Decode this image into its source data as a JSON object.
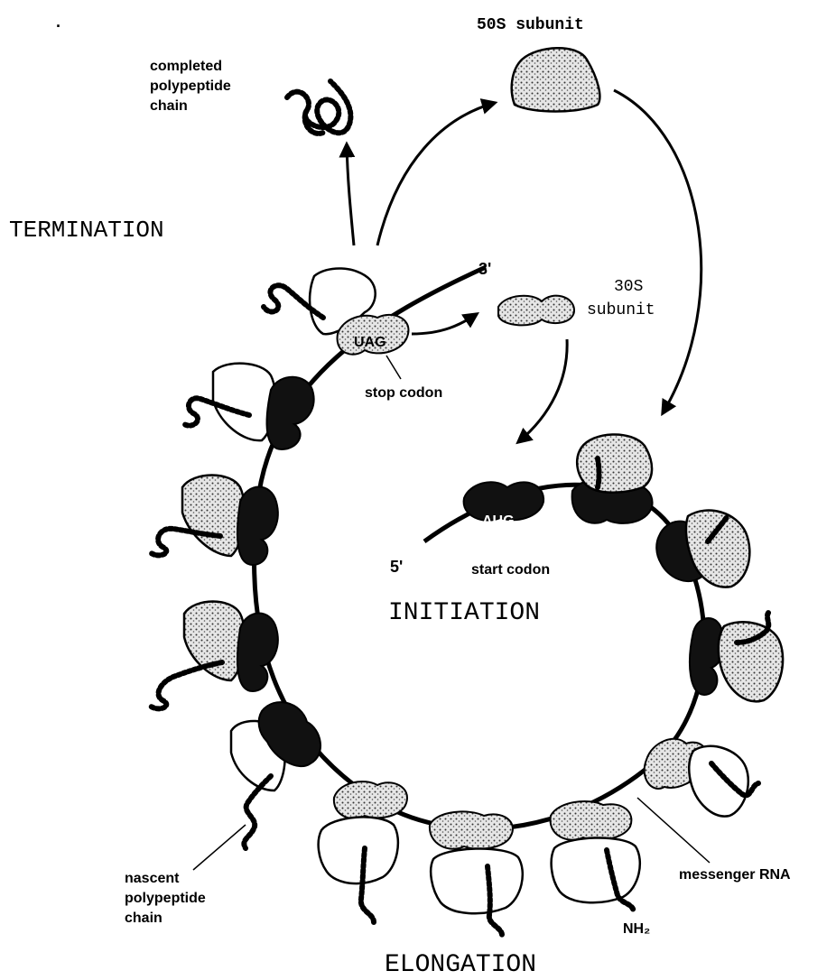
{
  "diagram": {
    "labels": {
      "subunit_50s": "50S subunit",
      "subunit_30s_line1": "30S",
      "subunit_30s_line2": "subunit",
      "completed_chain_line1": "completed",
      "completed_chain_line2": "polypeptide",
      "completed_chain_line3": "chain",
      "termination": "TERMINATION",
      "initiation": "INITIATION",
      "elongation": "ELONGATION",
      "three_prime": "3'",
      "five_prime": "5'",
      "stop_codon_seq": "UAG",
      "stop_codon": "stop codon",
      "start_codon_seq": "AUG",
      "start_codon": "start codon",
      "nascent_line1": "nascent",
      "nascent_line2": "polypeptide",
      "nascent_line3": "chain",
      "messenger_rna": "messenger RNA",
      "nh2": "NH₂"
    },
    "top_dot": "."
  }
}
